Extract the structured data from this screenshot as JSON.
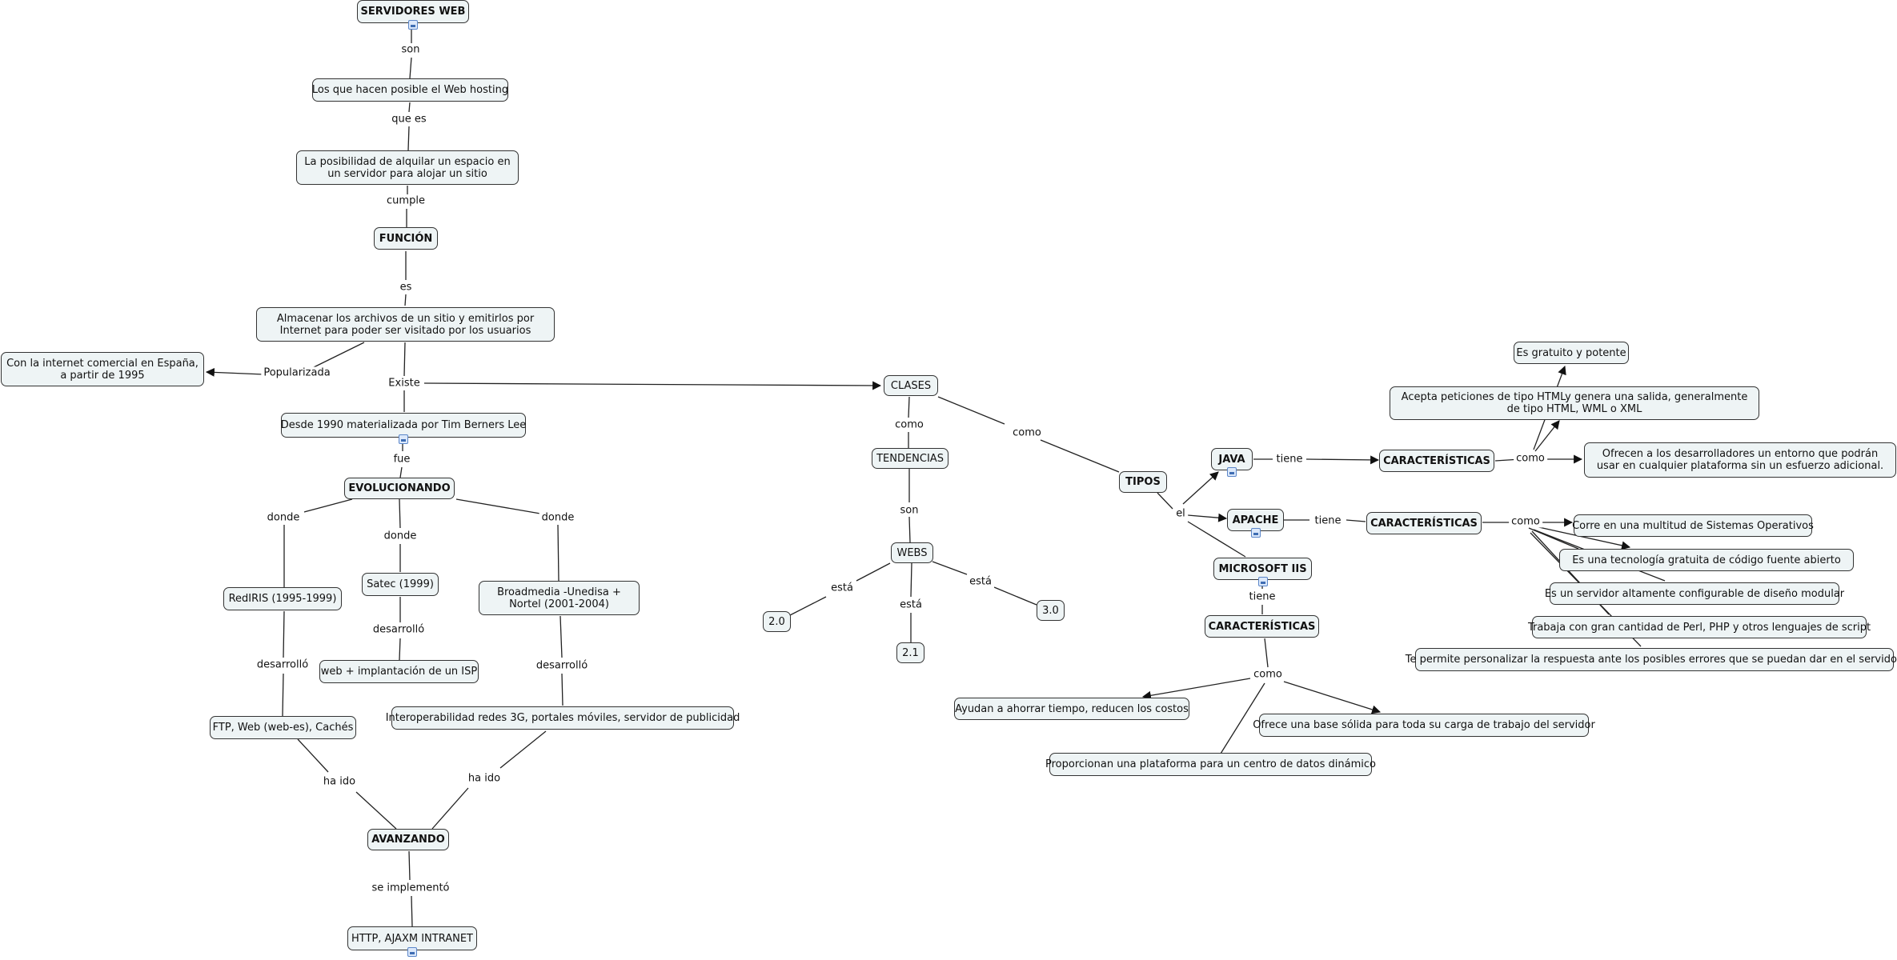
{
  "nodes": {
    "servidores_web": "SERVIDORES WEB",
    "hosting": "Los que hacen posible el Web hosting",
    "posibilidad": "La posibilidad de alquilar un espacio en un servidor para alojar un sitio",
    "funcion": "FUNCIÓN",
    "almacenar": "Almacenar los archivos de un sitio y emitirlos por Internet para poder ser visitado por los usuarios",
    "internet_comercial": "Con la internet comercial en España, a partir de 1995",
    "desde_1990": "Desde 1990 materializada por Tim Berners Lee",
    "evolucionando": "EVOLUCIONANDO",
    "rediris": "RedIRIS (1995-1999)",
    "satec": "Satec (1999)",
    "broadmedia": "Broadmedia -Unedisa + Nortel (2001-2004)",
    "isp": "web + implantación de un ISP",
    "ftp": "FTP, Web (web-es), Cachés",
    "interoperabilidad": "Interoperabilidad redes 3G, portales móviles, servidor de publicidad",
    "avanzando": "AVANZANDO",
    "http": "HTTP, AJAXM INTRANET",
    "clases": "CLASES",
    "tendencias": "TENDENCIAS",
    "webs": "WEBS",
    "v20": "2.0",
    "v21": "2.1",
    "v30": "3.0",
    "tipos": "TIPOS",
    "java": "JAVA",
    "apache": "APACHE",
    "iis": "MICROSOFT IIS",
    "car_java": "CARACTERÍSTICAS",
    "car_apache": "CARACTERÍSTICAS",
    "car_iis": "CARACTERÍSTICAS",
    "gratuito": "Es gratuito y potente",
    "acepta": "Acepta peticiones de tipo HTMLy genera una salida, generalmente de tipo HTML, WML o XML",
    "ofrecen": "Ofrecen a los desarrolladores un entorno que podrán usar en cualquier plataforma sin un esfuerzo adicional.",
    "corre": "Corre en una multitud de Sistemas Operativos",
    "tecnologia": "Es una tecnología gratuita de código fuente abierto",
    "configurable": "Es un servidor altamente configurable de diseño modular",
    "trabaja": "Trabaja con gran cantidad de Perl, PHP y otros lenguajes de script",
    "personalizar": "Te permite personalizar la respuesta ante los posibles errores que se puedan dar en el servidor.",
    "ayudan": "Ayudan a ahorrar tiempo, reducen los costos",
    "base_solida": "Ofrece una base sólida para toda su carga de trabajo del servidor",
    "plataforma": "Proporcionan una plataforma para un centro de datos dinámico"
  },
  "links": {
    "son": "son",
    "que_es": "que es",
    "cumple": "cumple",
    "es": "es",
    "popularizada": "Popularizada",
    "existe": "Existe",
    "fue": "fue",
    "donde_1": "donde",
    "donde_2": "donde",
    "donde_3": "donde",
    "desarrollo_1": "desarrolló",
    "desarrollo_2": "desarrolló",
    "desarrollo_3": "desarrolló",
    "ha_ido_1": "ha ido",
    "ha_ido_2": "ha ido",
    "se_implemento": "se implementó",
    "como_clases": "como",
    "como_tipos": "como",
    "son_webs": "son",
    "esta_1": "está",
    "esta_2": "está",
    "esta_3": "está",
    "el": "el",
    "tiene_java": "tiene",
    "tiene_apache": "tiene",
    "tiene_iis": "tiene",
    "como_java": "como",
    "como_apache": "como",
    "como_iis": "como"
  }
}
